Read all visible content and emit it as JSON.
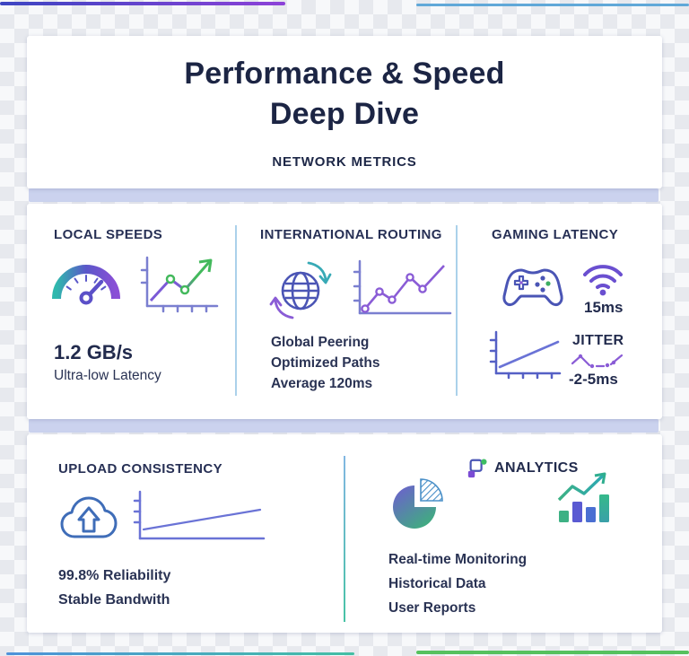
{
  "header": {
    "title_line1": "Performance & Speed",
    "title_line2": "Deep Dive",
    "subtitle": "NETWORK METRICS"
  },
  "network_metrics": {
    "local_speeds": {
      "heading": "LOCAL SPEEDS",
      "value": "1.2 GB/s",
      "caption": "Ultra-low Latency"
    },
    "international_routing": {
      "heading": "INTERNATIONAL ROUTING",
      "lines": [
        "Global Peering",
        "Optimized Paths",
        "Average 120ms"
      ]
    },
    "gaming_latency": {
      "heading": "GAMING LATENCY",
      "ping_value": "15ms",
      "jitter_label": "JITTER",
      "jitter_value": "-2-5ms"
    }
  },
  "bottom_section": {
    "upload_consistency": {
      "heading": "UPLOAD CONSISTENCY",
      "lines": [
        "99.8% Reliability",
        "Stable Bandwith"
      ]
    },
    "analytics": {
      "heading": "ANALYTICS",
      "lines": [
        "Real-time Monitoring",
        "Historical Data",
        "User Reports"
      ]
    }
  },
  "icons": [
    "speedometer-icon",
    "trend-up-chart-icon",
    "globe-sync-icon",
    "zigzag-chart-icon",
    "gamepad-icon",
    "wifi-icon",
    "latency-chart-icon",
    "jitter-sparkline-icon",
    "cloud-upload-icon",
    "upload-trend-chart-icon",
    "pie-chart-icon",
    "bar-chart-trend-icon",
    "analytics-nodes-icon"
  ],
  "colors": {
    "accent_purple": "#8a4fd6",
    "accent_indigo": "#4a55b5",
    "accent_teal": "#38aab6",
    "accent_green": "#4fc15c",
    "accent_blue": "#4f9fd9",
    "text_navy": "#222b4d",
    "divider_blue": "#abd1ea",
    "band_lavender": "#cbd2ee"
  }
}
